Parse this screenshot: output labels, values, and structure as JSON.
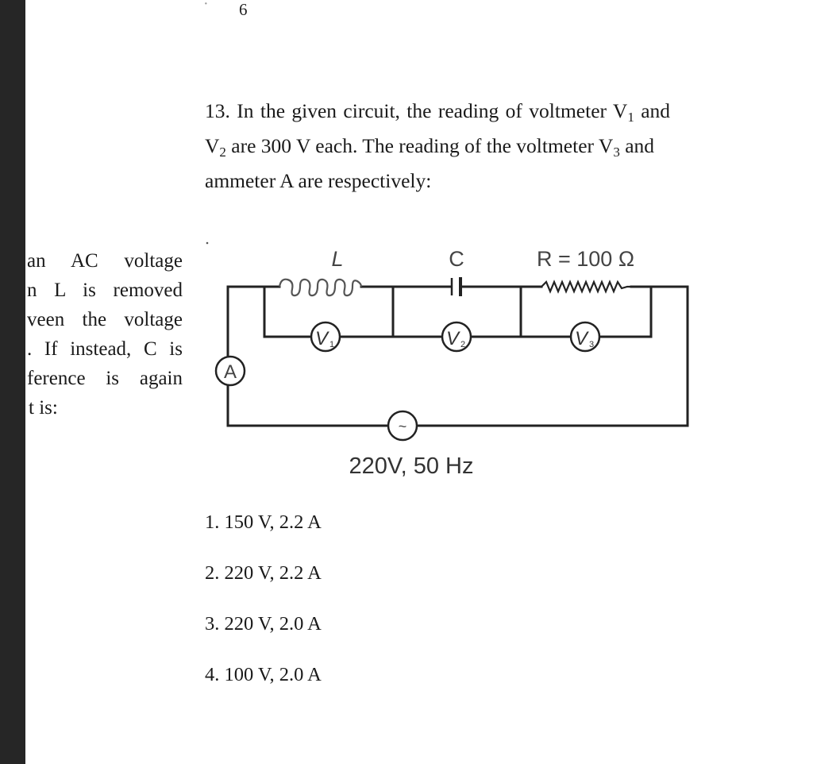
{
  "page": {
    "page_number_fragment": "6",
    "page_number_prefix": "·"
  },
  "side_text": {
    "lines": [
      "an AC voltage",
      "n L is removed",
      "veen the voltage",
      ". If instead, C is",
      "ference is again",
      "t is:"
    ]
  },
  "question": {
    "number": "13.",
    "line1_a": "13. In the given circuit, the reading of voltmeter V",
    "line1_sub": "1",
    "line1_b": " and",
    "line2_a": "V",
    "line2_sub1": "2",
    "line2_b": " are 300 V each. The reading of the voltmeter V",
    "line2_sub2": "3",
    "line2_c": " and",
    "line3": "ammeter A are respectively:"
  },
  "circuit": {
    "inductor_label": "L",
    "capacitor_label": "C",
    "resistor_label": "R = 100 Ω",
    "voltmeters": [
      {
        "name": "V",
        "sub": "1"
      },
      {
        "name": "V",
        "sub": "2"
      },
      {
        "name": "V",
        "sub": "3"
      }
    ],
    "ammeter_label": "A",
    "source_symbol": "~",
    "source_label": "220V, 50 Hz",
    "wire_color": "#222222",
    "label_color": "#444444"
  },
  "options": [
    {
      "number": "1.",
      "text": "1. 150 V, 2.2 A"
    },
    {
      "number": "2.",
      "text": "2. 220 V, 2.2 A"
    },
    {
      "number": "3.",
      "text": "3. 220 V, 2.0 A"
    },
    {
      "number": "4.",
      "text": "4. 100 V, 2.0 A"
    }
  ]
}
